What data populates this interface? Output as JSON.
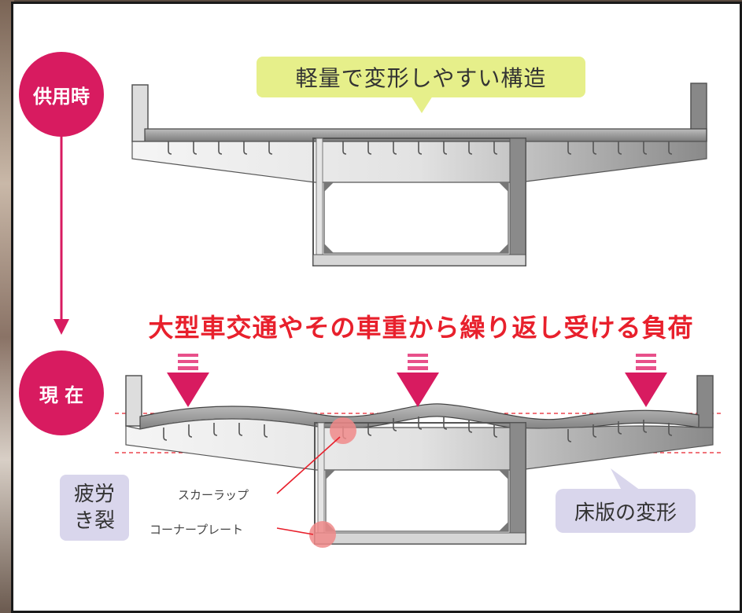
{
  "labels": {
    "in_service": "供用時",
    "present": "現 在",
    "structure_note": "軽量で変形しやすい構造",
    "load_headline": "大型車交通やその車重から繰り返し受ける負荷",
    "fatigue_crack": "疲労\nき裂",
    "scallop": "スカーラップ",
    "corner_plate": "コーナープレート",
    "deck_deformation": "床版の変形"
  },
  "colors": {
    "magenta": "#d81b60",
    "title_bubble": "#e6ef8a",
    "callout_box": "#d9d6ec",
    "headline_red": "#e8202c",
    "crack_pink": "#f08a8a"
  }
}
